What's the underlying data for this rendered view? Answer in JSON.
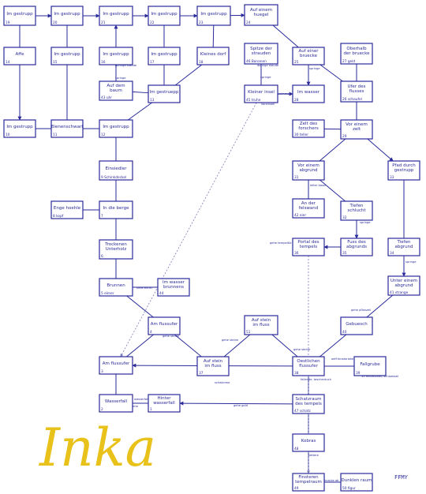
{
  "title": "Inka",
  "signature": "FFMY",
  "nodes": {
    "n19": {
      "label": [
        "Im gestrupp"
      ],
      "num": "19"
    },
    "n20": {
      "label": [
        "Im gestrupp"
      ],
      "num": "20"
    },
    "n21": {
      "label": [
        "Im gestrupp"
      ],
      "num": "21"
    },
    "n22": {
      "label": [
        "Im gestrupp"
      ],
      "num": "22"
    },
    "n23": {
      "label": [
        "Im gestrupp"
      ],
      "num": "23"
    },
    "n24": {
      "label": [
        "Auf einem",
        "huegel"
      ],
      "num": "24"
    },
    "n14": {
      "label": [
        "Affe"
      ],
      "num": "14"
    },
    "n15": {
      "label": [
        "Im gestrupp"
      ],
      "num": "15"
    },
    "n16": {
      "label": [
        "Im gestrupp"
      ],
      "num": "16"
    },
    "n17": {
      "label": [
        "Im gestrupp"
      ],
      "num": "17"
    },
    "n18": {
      "label": [
        "Kleines dorf"
      ],
      "num": "18"
    },
    "n46": {
      "label": [
        "Spitze der",
        "strauden"
      ],
      "num": "46 Bananen"
    },
    "n25": {
      "label": [
        "Auf einer",
        "bruecke"
      ],
      "num": "25"
    },
    "n27": {
      "label": [
        "Oberhalb",
        "der bruecke"
      ],
      "num": "27 geld"
    },
    "n43": {
      "label": [
        "Auf dem",
        "baum"
      ],
      "num": "43 uhr"
    },
    "n13": {
      "label": [
        "Im gestruepp"
      ],
      "num": "13"
    },
    "n45": {
      "label": [
        "Kleiner insel"
      ],
      "num": "45 truhe"
    },
    "n28": {
      "label": [
        "Im wasser"
      ],
      "num": "28"
    },
    "n26": {
      "label": [
        "Ufer des",
        "flusses"
      ],
      "num": "26 schaufel"
    },
    "n10": {
      "label": [
        "Im gestrupp"
      ],
      "num": "10"
    },
    "n11": {
      "label": [
        "Bienenschwarf"
      ],
      "num": "11"
    },
    "n12": {
      "label": [
        "Im gestrupp"
      ],
      "num": "12"
    },
    "n30": {
      "label": [
        "Zelt des",
        "forschers"
      ],
      "num": "30 teller"
    },
    "n29": {
      "label": [
        "Vor einem",
        "zelt"
      ],
      "num": "29"
    },
    "n9": {
      "label": [
        "Einsiedler"
      ],
      "num": "9 Schinkdeckel"
    },
    "n31": {
      "label": [
        "Vor einem",
        "abgrund"
      ],
      "num": "31"
    },
    "n33": {
      "label": [
        "Pfad durch",
        "gestrupp"
      ],
      "num": "33"
    },
    "n8": {
      "label": [
        "Enge hoehle"
      ],
      "num": "8 kopf"
    },
    "n7": {
      "label": [
        "In die berge"
      ],
      "num": "7"
    },
    "n42": {
      "label": [
        "An der",
        "felswand"
      ],
      "num": "42 eier"
    },
    "n32": {
      "label": [
        "Tiefen",
        "schlucht"
      ],
      "num": "32"
    },
    "n6": {
      "label": [
        "Trockenen",
        "Unterholz"
      ],
      "num": "6"
    },
    "n36": {
      "label": [
        "Portal des",
        "tempels"
      ],
      "num": "36"
    },
    "n35": {
      "label": [
        "Fuss des",
        "abgrunds"
      ],
      "num": "35"
    },
    "n34": {
      "label": [
        "Tiefen",
        "abgrund"
      ],
      "num": "34"
    },
    "n5": {
      "label": [
        "Brunnen"
      ],
      "num": "5 eimer"
    },
    "n44": {
      "label": [
        "Im wasser",
        "brunnens"
      ],
      "num": "44"
    },
    "n41": {
      "label": [
        "Unter einem",
        "abgrund"
      ],
      "num": "41 strange"
    },
    "n4": {
      "label": [
        "Am flussufer"
      ],
      "num": "4"
    },
    "n51": {
      "label": [
        "Auf stein",
        "im fluss"
      ],
      "num": "51"
    },
    "n40": {
      "label": [
        "Gebuesch"
      ],
      "num": "40"
    },
    "n3": {
      "label": [
        "Am flussufer"
      ],
      "num": "3"
    },
    "n37": {
      "label": [
        "Auf stein",
        "im fluss"
      ],
      "num": "37"
    },
    "n38": {
      "label": [
        "Oestlichen",
        "flussufer"
      ],
      "num": "38"
    },
    "n39": {
      "label": [
        "Fallgrube"
      ],
      "num": "39"
    },
    "n2": {
      "label": [
        "Wasserfall"
      ],
      "num": "2"
    },
    "n1": {
      "label": [
        "Hinter",
        "wasserfall"
      ],
      "num": "1"
    },
    "n47": {
      "label": [
        "Schatzraum",
        "des tempels"
      ],
      "num": "47 schatz"
    },
    "n48": {
      "label": [
        "Kobras"
      ],
      "num": "48"
    },
    "n49": {
      "label": [
        "Finsteren",
        "tempelraum"
      ],
      "num": "49"
    },
    "n50": {
      "label": [
        "Dunklen raum"
      ],
      "num": "50 figur"
    }
  },
  "edge_labels": {
    "e_dornige": "dornige staude",
    "e_springe1": "springe",
    "e_dornige2": "dornige staude",
    "e_springe2": "springe",
    "e_springe3": "springe",
    "e_schwimme": "schwimme",
    "e_lianen": "lianenseil",
    "e_leiter": "leiter lasso",
    "e_springe4": "springe",
    "e_gehe_tempel": "gehe tempeltür",
    "e_springe5": "springe",
    "e_helle": "helle eimer",
    "e_gehe_pfl": "gehe pflanzeil",
    "e_gehe_steine1": "gehe steine",
    "e_gehe_steine2": "gehe steine",
    "e_gehe_steine3": "gehe steine",
    "e_oeff": "oeff fensterleker",
    "e_schwimme2": "schwimme",
    "e_wasserfall": "wasserfall",
    "e_gehe": "gehe",
    "e_gehe_gold": "gehe gold",
    "e_fallende": "fallende, taschentuch",
    "e_treasure": "39 Harkesteen, schloessel",
    "e_kettere": "kettere",
    "e_knacke": "knacke ab"
  }
}
